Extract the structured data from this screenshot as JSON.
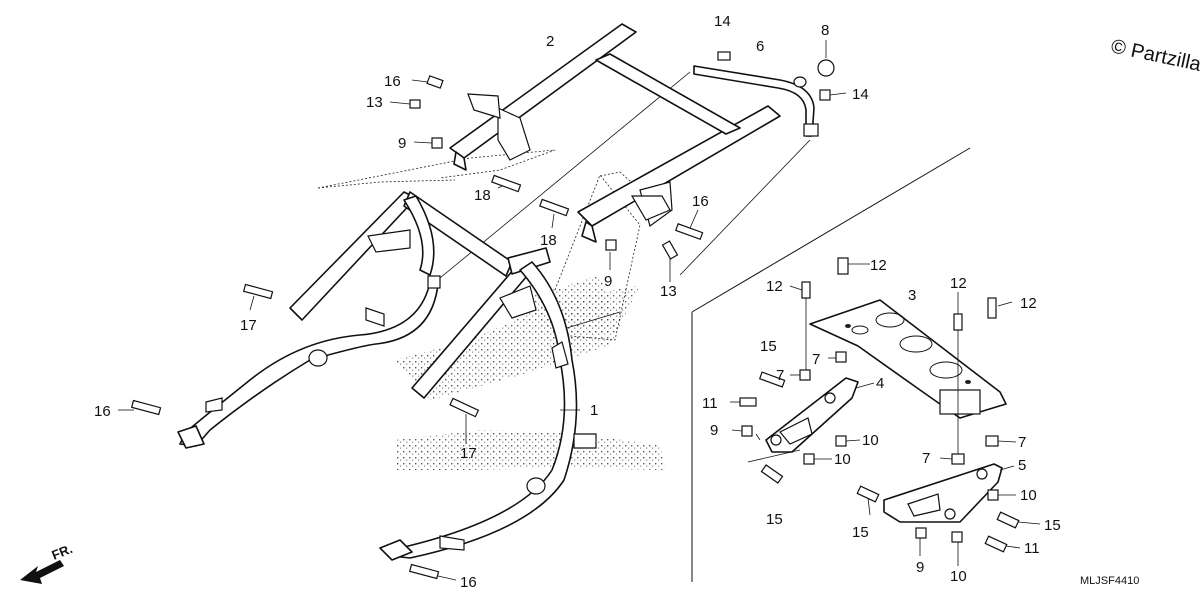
{
  "copyright": "© Partzilla",
  "diagram_code": "MLJSF4410",
  "front_marker": "FR.",
  "callouts": {
    "c1": "1",
    "c2": "2",
    "c3": "3",
    "c4": "4",
    "c5": "5",
    "c6": "6",
    "c8": "8",
    "c9a": "9",
    "c9b": "9",
    "c9c": "9",
    "c9d": "9",
    "c7a": "7",
    "c7b": "7",
    "c7c": "7",
    "c7d": "7",
    "c10a": "10",
    "c10b": "10",
    "c10c": "10",
    "c10d": "10",
    "c11a": "11",
    "c11b": "11",
    "c12a": "12",
    "c12b": "12",
    "c12c": "12",
    "c12d": "12",
    "c13a": "13",
    "c13b": "13",
    "c14a": "14",
    "c14b": "14",
    "c15a": "15",
    "c15b": "15",
    "c15c": "15",
    "c15d": "15",
    "c16a": "16",
    "c16b": "16",
    "c16c": "16",
    "c16d": "16",
    "c17a": "17",
    "c17b": "17",
    "c18a": "18",
    "c18b": "18"
  }
}
